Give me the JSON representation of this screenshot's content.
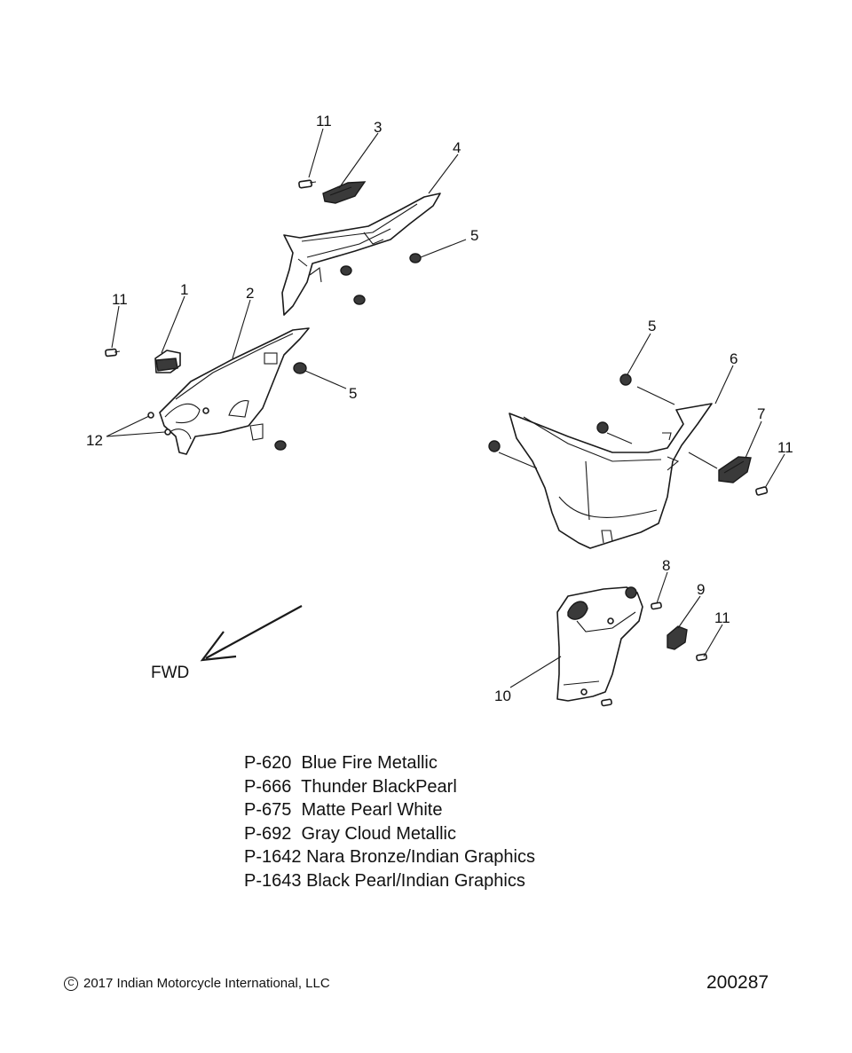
{
  "diagram": {
    "callouts": {
      "c11_top": "11",
      "c3": "3",
      "c4": "4",
      "c5_top": "5",
      "c11_left": "11",
      "c1": "1",
      "c2": "2",
      "c5_mid": "5",
      "c12": "12",
      "c5_right": "5",
      "c6": "6",
      "c7": "7",
      "c11_right": "11",
      "c8": "8",
      "c9": "9",
      "c11_bottom": "11",
      "c10": "10"
    },
    "fwd_label": "FWD"
  },
  "paint_codes": [
    {
      "code": "P-620",
      "name": "Blue Fire Metallic"
    },
    {
      "code": "P-666",
      "name": "Thunder BlackPearl"
    },
    {
      "code": "P-675",
      "name": "Matte Pearl White"
    },
    {
      "code": "P-692",
      "name": "Gray Cloud Metallic"
    },
    {
      "code": "P-1642",
      "name": "Nara Bronze/Indian Graphics"
    },
    {
      "code": "P-1643",
      "name": "Black Pearl/Indian Graphics"
    }
  ],
  "footer": {
    "copyright_symbol": "C",
    "copyright": "2017 Indian Motorcycle International, LLC",
    "diagram_id": "200287"
  }
}
